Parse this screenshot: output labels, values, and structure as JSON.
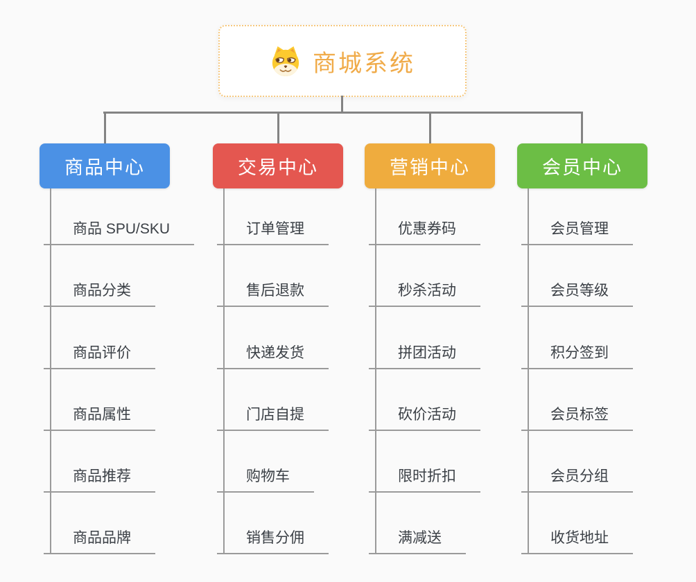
{
  "root": {
    "label": "商城系统",
    "icon": "shiba-dog-icon",
    "text_color": "#f0ab49",
    "border_color": "#f6c87e"
  },
  "style": {
    "background": "#fafafa",
    "connector_color": "#838383",
    "leaf_line_color": "#9a9a9a",
    "leaf_text_color": "#3b4046"
  },
  "branches": [
    {
      "label": "商品中心",
      "color": "#4b91e5",
      "items": [
        "商品 SPU/SKU",
        "商品分类",
        "商品评价",
        "商品属性",
        "商品推荐",
        "商品品牌"
      ]
    },
    {
      "label": "交易中心",
      "color": "#e45750",
      "items": [
        "订单管理",
        "售后退款",
        "快递发货",
        "门店自提",
        "购物车",
        "销售分佣"
      ]
    },
    {
      "label": "营销中心",
      "color": "#efac3e",
      "items": [
        "优惠券码",
        "秒杀活动",
        "拼团活动",
        "砍价活动",
        "限时折扣",
        "满减送"
      ]
    },
    {
      "label": "会员中心",
      "color": "#6cbe45",
      "items": [
        "会员管理",
        "会员等级",
        "积分签到",
        "会员标签",
        "会员分组",
        "收货地址"
      ]
    }
  ]
}
